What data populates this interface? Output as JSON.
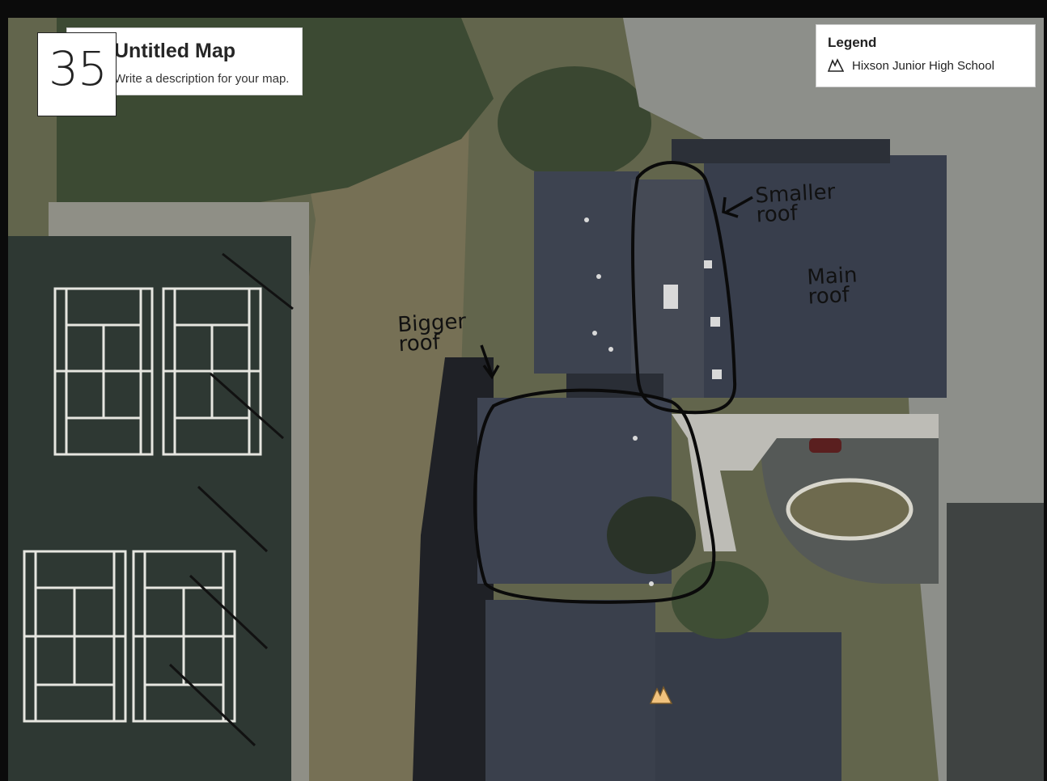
{
  "map": {
    "title": "Untitled Map",
    "description": "Write a description for your map.",
    "page_number": "35",
    "legend": {
      "title": "Legend",
      "items": [
        {
          "label": "Hixson Junior High School",
          "icon": "school-icon"
        }
      ]
    },
    "annotations": {
      "smaller_roof": "Smaller\nroof",
      "main_roof": "Main\nroof",
      "bigger_roof": "Bigger\nroof"
    },
    "colors": {
      "annotation_ink": "#111111",
      "roof": "#3b4150",
      "grass": "#6e6d55",
      "court": "#2f3a33"
    }
  }
}
